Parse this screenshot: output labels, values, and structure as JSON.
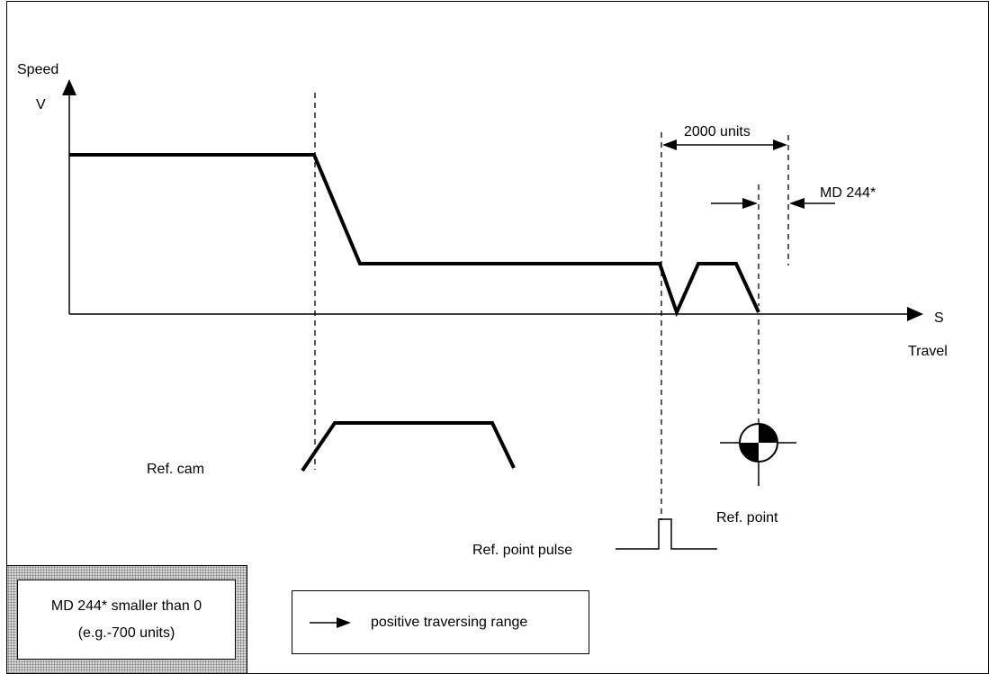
{
  "axes": {
    "y_name": "Speed",
    "y_symbol": "V",
    "x_symbol": "S",
    "x_name": "Travel"
  },
  "dimensions": {
    "width_label": "2000 units",
    "offset_label": "MD 244*"
  },
  "signals": {
    "ref_cam": "Ref. cam",
    "ref_point": "Ref. point",
    "ref_point_pulse": "Ref. point pulse"
  },
  "note": {
    "line1": "MD 244* smaller than 0",
    "line2": "(e.g.-700 units)"
  },
  "legend": {
    "label": "positive traversing range",
    "icon": "right-arrow-icon"
  }
}
